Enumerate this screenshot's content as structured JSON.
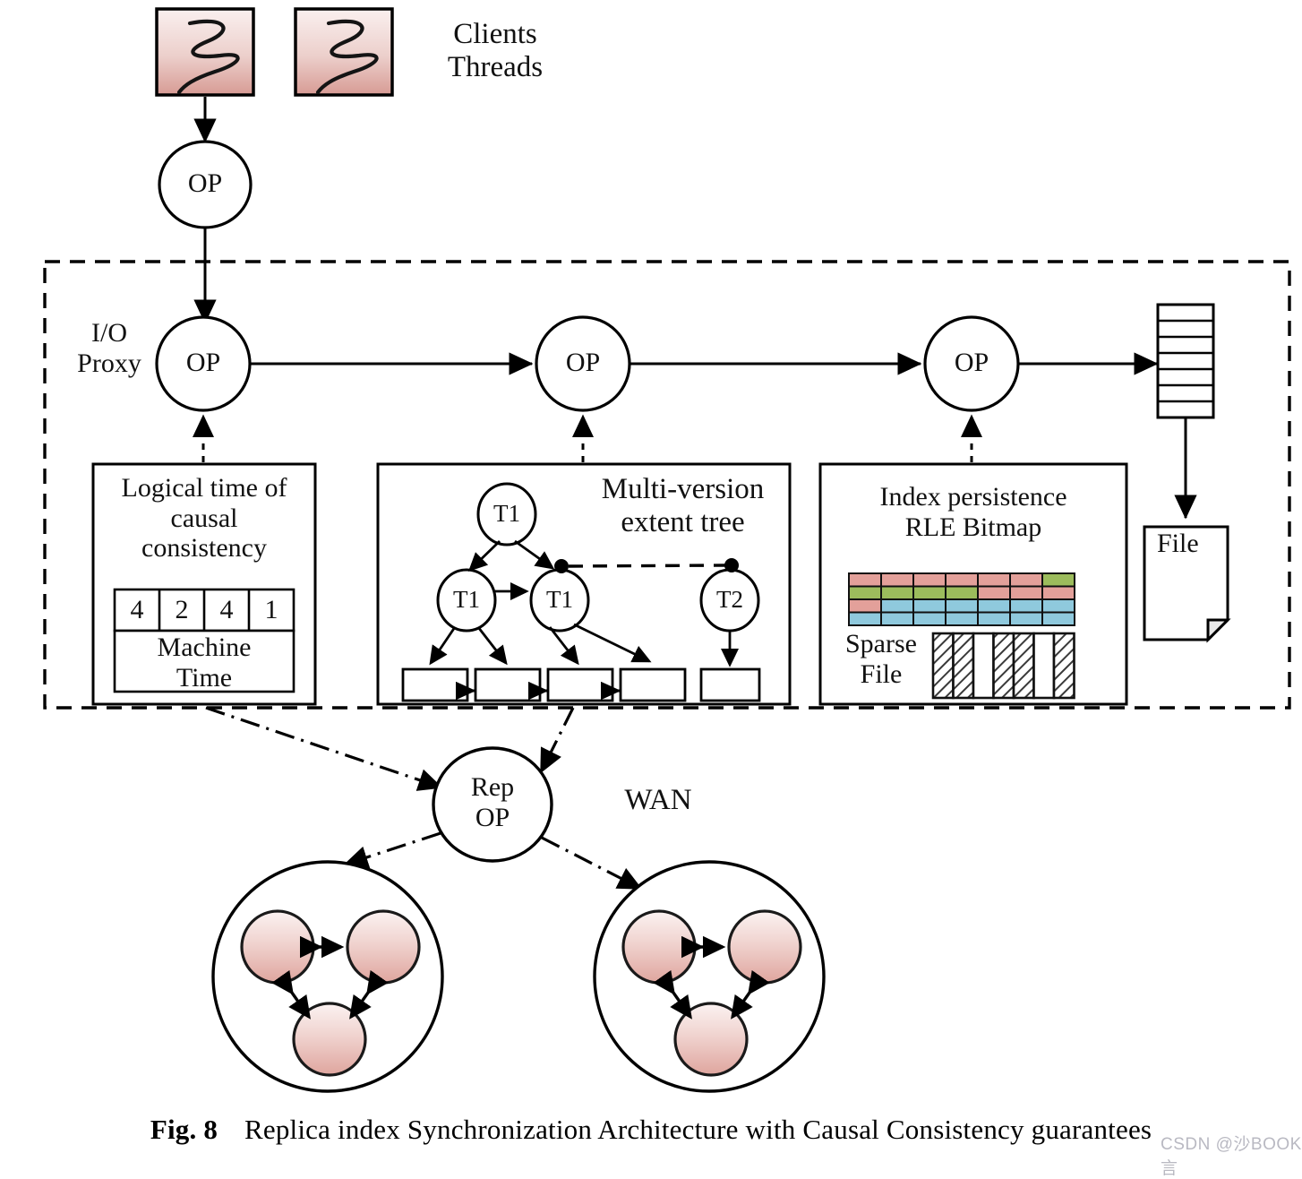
{
  "figure": {
    "caption_prefix": "Fig. 8",
    "caption_text": "Replica index Synchronization Architecture with Causal Consistency guarantees",
    "watermark": "CSDN @沙BOOK言"
  },
  "clients": {
    "label_line1": "Clients",
    "label_line2": "Threads",
    "box_count": 2,
    "icon": "squiggle-thread-icon",
    "fill_top": "#f7e6e4",
    "fill_bottom": "#dba69f"
  },
  "entry_op": {
    "label": "OP"
  },
  "proxy": {
    "label_line1": "I/O",
    "label_line2": "Proxy",
    "ops": [
      {
        "label": "OP"
      },
      {
        "label": "OP"
      },
      {
        "label": "OP"
      }
    ]
  },
  "logical_time_panel": {
    "title_line1": "Logical time of",
    "title_line2": "causal",
    "title_line3": "consistency",
    "vector": [
      "4",
      "2",
      "4",
      "1"
    ],
    "row_label_line1": "Machine",
    "row_label_line2": "Time"
  },
  "extent_tree_panel": {
    "title_line1": "Multi-version",
    "title_line2": "extent tree",
    "root": "T1",
    "children": [
      "T1",
      "T1"
    ],
    "sibling": "T2",
    "leaf_count": 5
  },
  "index_panel": {
    "title_line1": "Index persistence",
    "title_line2": "RLE Bitmap",
    "sparse_label_line1": "Sparse",
    "sparse_label_line2": "File",
    "bitmap": {
      "rows": 4,
      "cols": 7,
      "cells": [
        [
          "pink",
          "pink",
          "pink",
          "pink",
          "pink",
          "pink",
          "green"
        ],
        [
          "green",
          "green",
          "green",
          "green",
          "pink",
          "pink",
          "pink"
        ],
        [
          "pink",
          "blue",
          "blue",
          "blue",
          "blue",
          "blue",
          "blue"
        ],
        [
          "blue",
          "blue",
          "blue",
          "blue",
          "blue",
          "blue",
          "blue"
        ]
      ],
      "colors": {
        "pink": "#e3a09a",
        "green": "#9cbc5c",
        "blue": "#8fc9dd"
      }
    },
    "sparse_file": {
      "cols": 7,
      "pattern": [
        "hatch",
        "hatch",
        "empty",
        "hatch",
        "hatch",
        "empty",
        "hatch"
      ]
    }
  },
  "queue": {
    "rows": 7
  },
  "file_node": {
    "label": "File"
  },
  "replication": {
    "rep_op_line1": "Rep",
    "rep_op_line2": "OP",
    "wan_label": "WAN",
    "clusters": [
      {
        "nodes": 3
      },
      {
        "nodes": 3
      }
    ],
    "node_fill_top": "#f8e8e6",
    "node_fill_bottom": "#e0aaa4"
  }
}
